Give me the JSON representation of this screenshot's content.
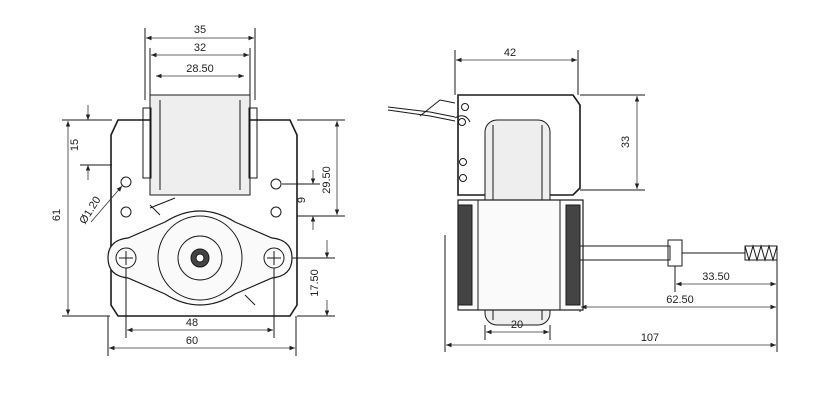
{
  "front_view": {
    "dims": {
      "d35": "35",
      "d32": "32",
      "d28_50": "28.50",
      "d15": "15",
      "d61": "61",
      "d_hole": "Ø1.20",
      "d29_50": "29.50",
      "d9": "9",
      "d17_50": "17.50",
      "d48": "48",
      "d60": "60"
    }
  },
  "side_view": {
    "dims": {
      "d42": "42",
      "d33": "33",
      "d33_50": "33.50",
      "d62_50": "62.50",
      "d20": "20",
      "d107": "107"
    }
  }
}
